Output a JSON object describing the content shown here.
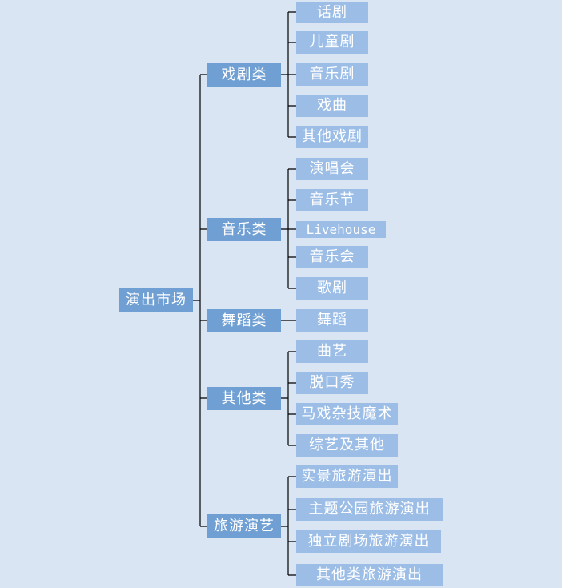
{
  "root": {
    "label": "演出市场"
  },
  "categories": [
    {
      "label": "戏剧类",
      "items": [
        "话剧",
        "儿童剧",
        "音乐剧",
        "戏曲",
        "其他戏剧"
      ]
    },
    {
      "label": "音乐类",
      "items": [
        "演唱会",
        "音乐节",
        "Livehouse",
        "音乐会",
        "歌剧"
      ]
    },
    {
      "label": "舞蹈类",
      "items": [
        "舞蹈"
      ]
    },
    {
      "label": "其他类",
      "items": [
        "曲艺",
        "脱口秀",
        "马戏杂技魔术",
        "综艺及其他"
      ]
    },
    {
      "label": "旅游演艺",
      "items": [
        "实景旅游演出",
        "主题公园旅游演出",
        "独立剧场旅游演出",
        "其他类旅游演出"
      ]
    }
  ],
  "colors": {
    "background": "#dae5f3",
    "category_fill": "#6f9fd3",
    "leaf_fill": "#9bbde6",
    "line": "#000000",
    "text": "#ffffff"
  }
}
